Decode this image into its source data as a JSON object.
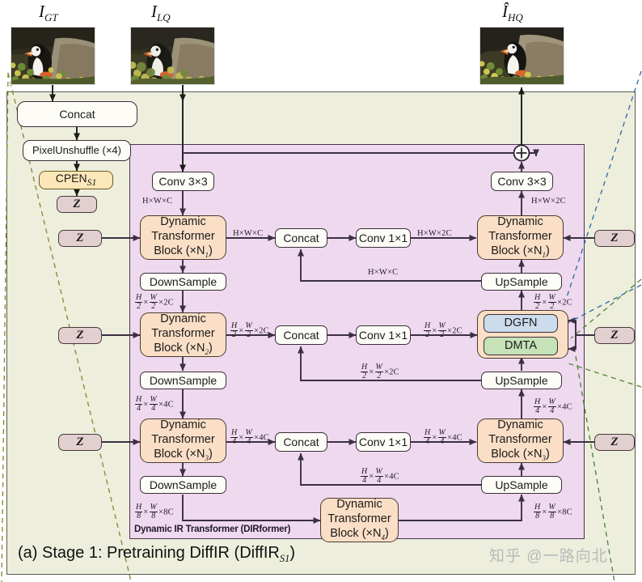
{
  "figure": {
    "caption": "(a) Stage 1: Pretraining DiffIR (DiffIR",
    "caption_sub": "S1",
    "caption_tail": ")",
    "watermark": "知乎 @一路向北",
    "dirformer_label": "Dynamic IR Transformer (DIRformer)"
  },
  "inputs": {
    "gt_label": "I",
    "gt_sub": "GT",
    "lq_label": "I",
    "lq_sub": "LQ",
    "hq_label": "Î",
    "hq_sub": "HQ"
  },
  "cpen_branch": {
    "concat": "Concat",
    "pixelunshuffle": "PixelUnshuffle (×4)",
    "cpen": "CPEN",
    "cpen_sub": "S1",
    "z": "Z"
  },
  "latents": {
    "left": [
      "Z",
      "Z",
      "Z"
    ],
    "right": [
      "Z",
      "Z",
      "Z"
    ]
  },
  "encoder": {
    "conv_in": "Conv 3×3",
    "blocks": [
      {
        "name": "Dynamic Transformer Block",
        "count": "(×N",
        "sub": "1",
        "tail": ")"
      },
      {
        "name": "Dynamic Transformer Block",
        "count": "(×N",
        "sub": "2",
        "tail": ")"
      },
      {
        "name": "Dynamic Transformer Block",
        "count": "(×N",
        "sub": "3",
        "tail": ")"
      }
    ],
    "downsample": "DownSample"
  },
  "bottleneck": {
    "name": "Dynamic Transformer Block",
    "count": "(×N",
    "sub": "4",
    "tail": ")"
  },
  "skip": {
    "concat": "Concat",
    "conv1x1": "Conv 1×1"
  },
  "decoder": {
    "conv_out": "Conv 3×3",
    "upsample": "UpSample",
    "blocks": [
      {
        "name": "Dynamic Transformer Block",
        "count": "(×N",
        "sub": "1",
        "tail": ")"
      },
      {
        "name": "Dynamic Transformer Block",
        "count": "(×N",
        "sub": "3",
        "tail": ")"
      }
    ],
    "expanded_block": {
      "dgfn": "DGFN",
      "dmta": "DMTA"
    },
    "add_symbol": "⊕"
  },
  "dimensions": {
    "hwc": "H×W×C",
    "hw2c": "H×W×2C",
    "h2w2_2c_num": "H",
    "level2": "×2C",
    "level3": "×4C",
    "level4": "×8C"
  },
  "labels": {
    "dim_hwc": "H×W×C",
    "dim_hw2c": "H×W×2C",
    "dim_h2": "2",
    "dim_h4": "4",
    "dim_h8": "8"
  },
  "colors": {
    "outer_panel": "#edefdc",
    "dirformer_panel": "#eed9ef",
    "dtb": "#fadfc6",
    "z_box": "#e2cfd0",
    "cpen": "#fbe7b8",
    "dgfn": "#ccdcec",
    "dmta": "#c6e2b9",
    "wire": "#3c2f44"
  }
}
